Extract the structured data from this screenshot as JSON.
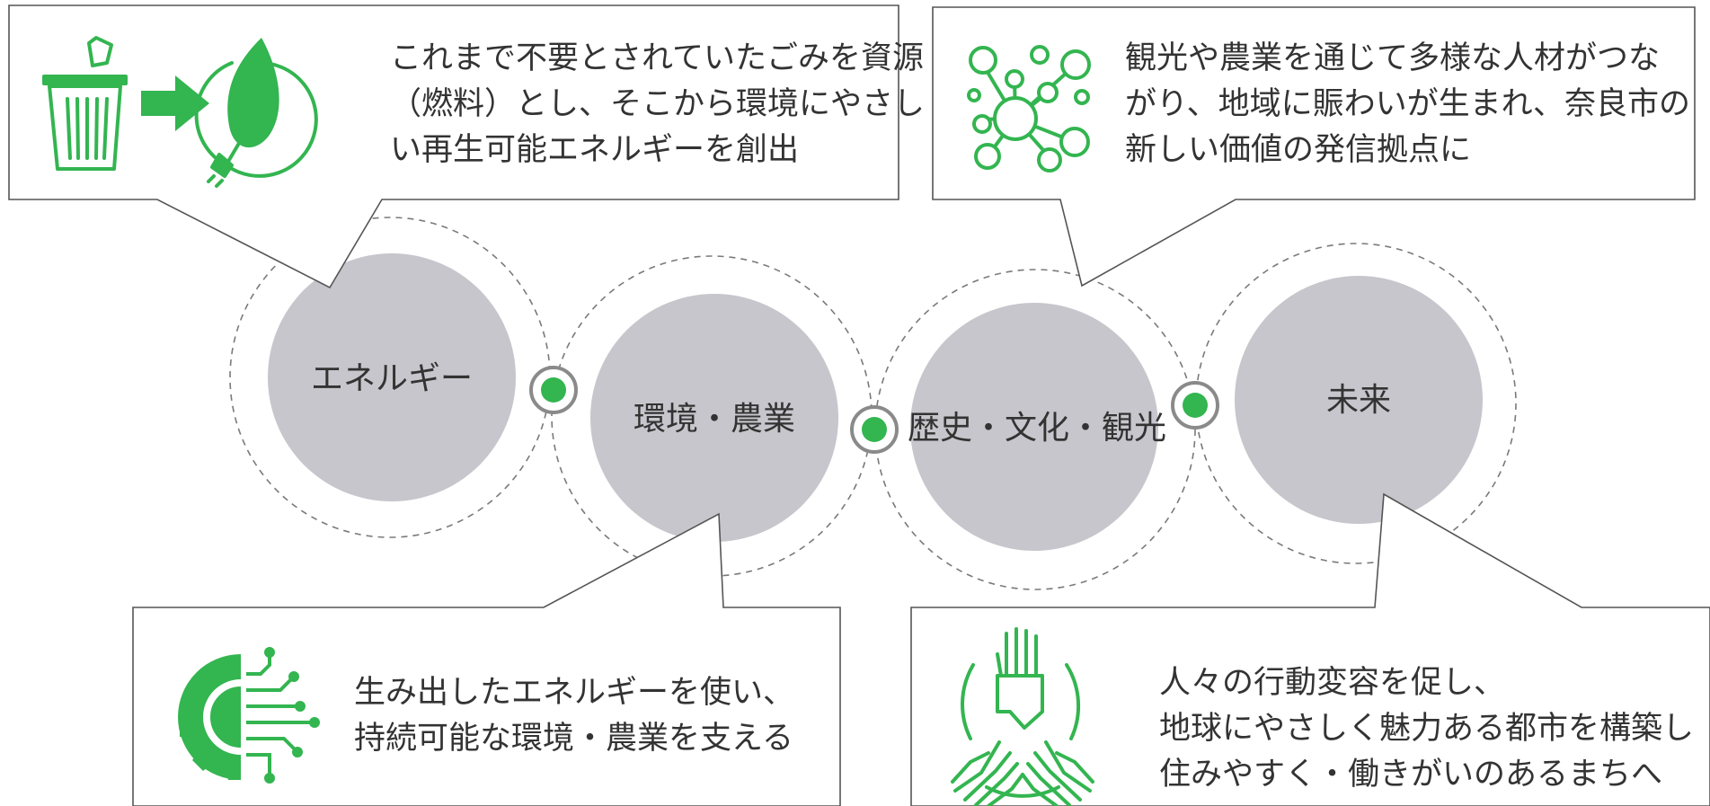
{
  "accent_color": "#33b550",
  "circle_fill": "#c6c6cc",
  "topics": [
    {
      "id": "energy",
      "label": "エネルギー"
    },
    {
      "id": "environment",
      "label": "環境・農業"
    },
    {
      "id": "history",
      "label": "歴史・文化・観光"
    },
    {
      "id": "future",
      "label": "未来"
    }
  ],
  "callouts": [
    {
      "id": "energy",
      "icon": "trash-to-leaf-icon",
      "lines": [
        "これまで不要とされていたごみを資源",
        "（燃料）とし、そこから環境にやさし",
        "い再生可能エネルギーを創出"
      ]
    },
    {
      "id": "history",
      "icon": "network-nodes-icon",
      "lines": [
        "観光や農業を通じて多様な人材がつな",
        "がり、地域に賑わいが生まれ、奈良市の",
        "新しい価値の発信拠点に"
      ]
    },
    {
      "id": "environment",
      "icon": "gear-circuit-icon",
      "lines": [
        "生み出したエネルギーを使い、",
        "持続可能な環境・農業を支える"
      ]
    },
    {
      "id": "future",
      "icon": "joined-hands-icon",
      "lines": [
        "人々の行動変容を促し、",
        "地球にやさしく魅力ある都市を構築し",
        "住みやすく・働きがいのあるまちへ"
      ]
    }
  ]
}
